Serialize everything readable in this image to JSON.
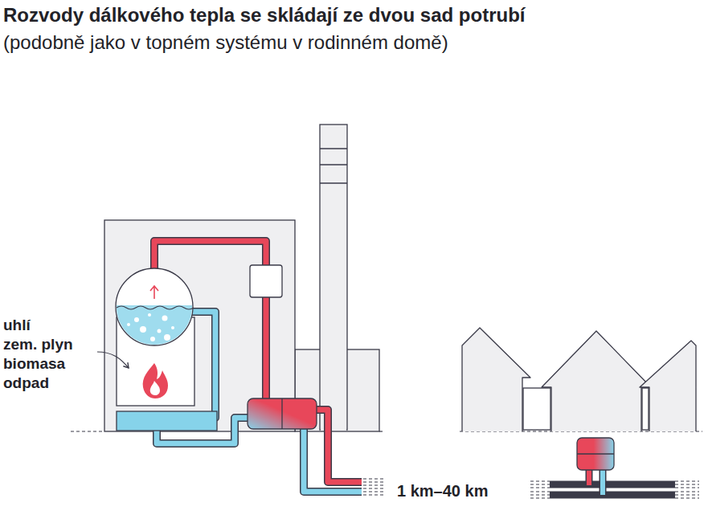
{
  "diagram": {
    "title": "Rozvody dálkového tepla se skládají ze dvou sad potrubí",
    "labels": [
      "(podobně jako v topném systému v rodinném domě)",
      "uhlí",
      "zem. plyn",
      "biomasa",
      "odpad",
      "1 km–40 km"
    ]
  }
}
